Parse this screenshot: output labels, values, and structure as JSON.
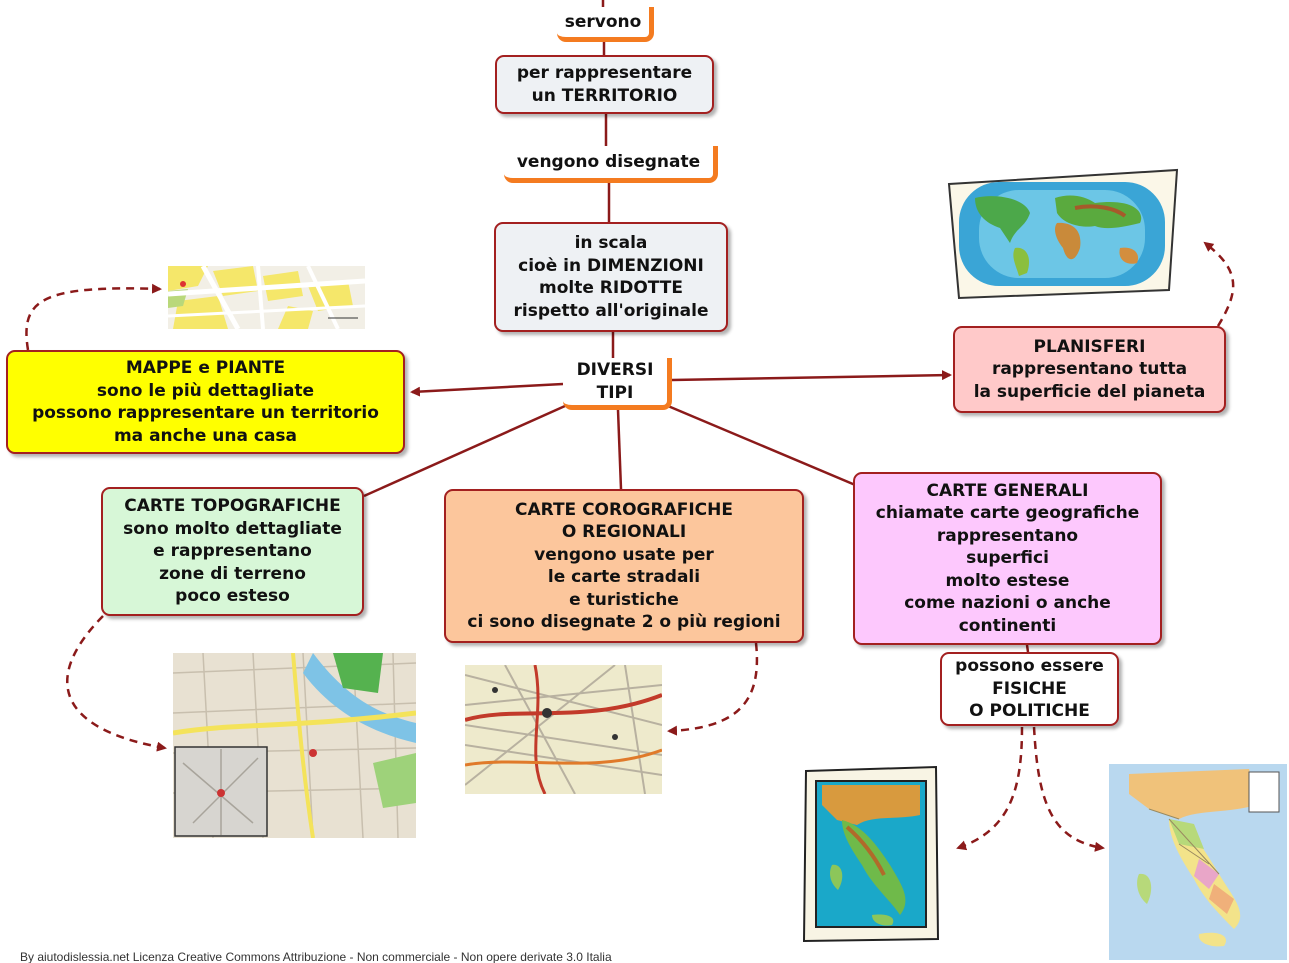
{
  "nodes": {
    "territorio": "per rappresentare\nun TERRITORIO",
    "scala": "in scala\ncioè in DIMENZIONI\nmolte RIDOTTE\nrispetto all'originale",
    "mappe": "MAPPE e PIANTE\nsono le più dettagliate\npossono rappresentare un territorio\nma anche una casa",
    "planisferi": "PLANISFERI\nrappresentano tutta\nla superficie del pianeta",
    "topografiche": "CARTE TOPOGRAFICHE\nsono molto dettagliate\ne rappresentano\nzone di terreno\npoco esteso",
    "corografiche": "CARTE COROGRAFICHE\nO REGIONALI\nvengono usate per\nle carte stradali\ne turistiche\nci sono disegnate 2 o più regioni",
    "generali": "CARTE GENERALI\nchiamate carte geografiche\nrappresentano\nsuperfici\nmolto estese\ncome nazioni o anche\ncontinenti",
    "fisiche": "possono essere\nFISICHE\nO POLITICHE"
  },
  "links": {
    "servono": "servono",
    "vengono": "vengono disegnate",
    "diversi": "DIVERSI\nTIPI"
  },
  "colors": {
    "line": "#a32020",
    "link_accent": "#f47b20",
    "node_grey": "#eef1f4",
    "node_yellow": "#ffff00",
    "node_pink": "#ffc9c9",
    "node_green": "#d7f7d7",
    "node_orange": "#fcc69c",
    "node_magenta": "#fdc8fd"
  },
  "footer": {
    "credit": "By aiutodislessia.net Licenza Creative Commons Attribuzione - Non commerciale - Non opere derivate 3.0 Italia"
  }
}
